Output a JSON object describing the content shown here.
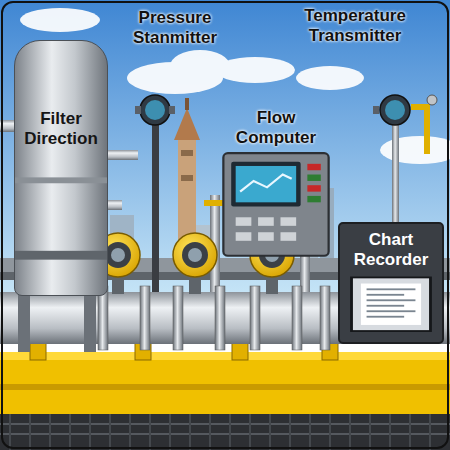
{
  "diagram": {
    "nodes": [
      {
        "text": [
          "Filter Direction"
        ]
      },
      {
        "text": [
          "Flow Computer"
        ]
      },
      {
        "text": [
          "Chart Recorder"
        ]
      }
    ],
    "labels": [
      "Pressure Stanmitter",
      "Temperature Transmitter"
    ]
  }
}
